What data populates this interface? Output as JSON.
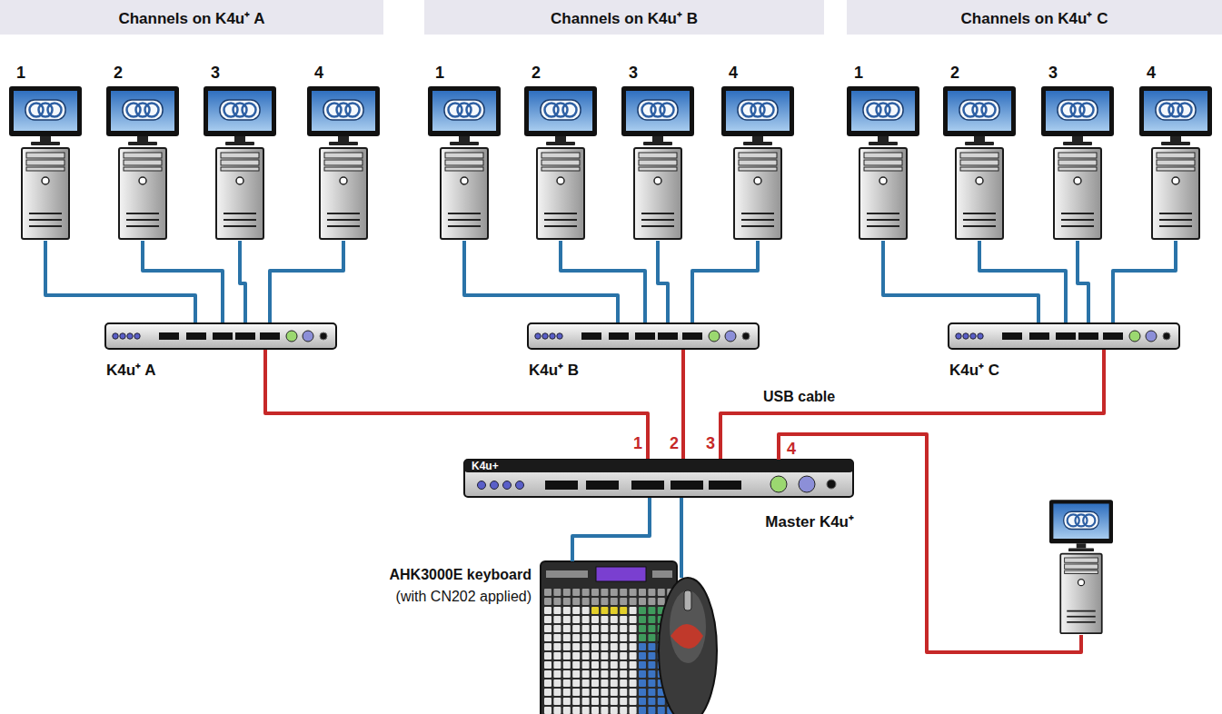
{
  "diagram": {
    "nodes": [
      {
        "text": [
          "Channels on K4u⁺ A"
        ]
      },
      {
        "text": [
          "Channels on K4u⁺ B"
        ]
      },
      {
        "text": [
          "Channels on K4u⁺ C"
        ]
      },
      {
        "text": [
          "1"
        ]
      },
      {
        "text": [
          "2"
        ]
      },
      {
        "text": [
          "3"
        ]
      },
      {
        "text": [
          "4"
        ]
      },
      {
        "text": [
          "1"
        ]
      },
      {
        "text": [
          "2"
        ]
      },
      {
        "text": [
          "3"
        ]
      },
      {
        "text": [
          "4"
        ]
      },
      {
        "text": [
          "1"
        ]
      },
      {
        "text": [
          "2"
        ]
      },
      {
        "text": [
          "3"
        ]
      },
      {
        "text": [
          "4"
        ]
      },
      {
        "text": [
          "K4u⁺ A"
        ]
      },
      {
        "text": [
          "K4u⁺ B"
        ]
      },
      {
        "text": [
          "K4u⁺ C"
        ]
      },
      {
        "text": [
          "K4u+",
          "Master K4u⁺"
        ]
      },
      {
        "text": [
          "AHK3000E keyboard",
          "(with CN202 applied)"
        ]
      }
    ],
    "edges": [
      {
        "from": 3,
        "to": 15,
        "arrow": "none"
      },
      {
        "from": 4,
        "to": 15,
        "arrow": "none"
      },
      {
        "from": 5,
        "to": 15,
        "arrow": "none"
      },
      {
        "from": 6,
        "to": 15,
        "arrow": "none"
      },
      {
        "from": 7,
        "to": 16,
        "arrow": "none"
      },
      {
        "from": 8,
        "to": 16,
        "arrow": "none"
      },
      {
        "from": 9,
        "to": 16,
        "arrow": "none"
      },
      {
        "from": 10,
        "to": 16,
        "arrow": "none"
      },
      {
        "from": 11,
        "to": 17,
        "arrow": "none"
      },
      {
        "from": 12,
        "to": 17,
        "arrow": "none"
      },
      {
        "from": 13,
        "to": 17,
        "arrow": "none"
      },
      {
        "from": 14,
        "to": 17,
        "arrow": "none"
      },
      {
        "from": 15,
        "to": 18,
        "arrow": "none"
      },
      {
        "from": 16,
        "to": 18,
        "arrow": "none"
      },
      {
        "from": 17,
        "to": 18,
        "label": "USB cable",
        "arrow": "none"
      },
      {
        "from": 18,
        "to": 19,
        "arrow": "none"
      }
    ],
    "labels": [
      "1",
      "2",
      "3",
      "4"
    ]
  }
}
